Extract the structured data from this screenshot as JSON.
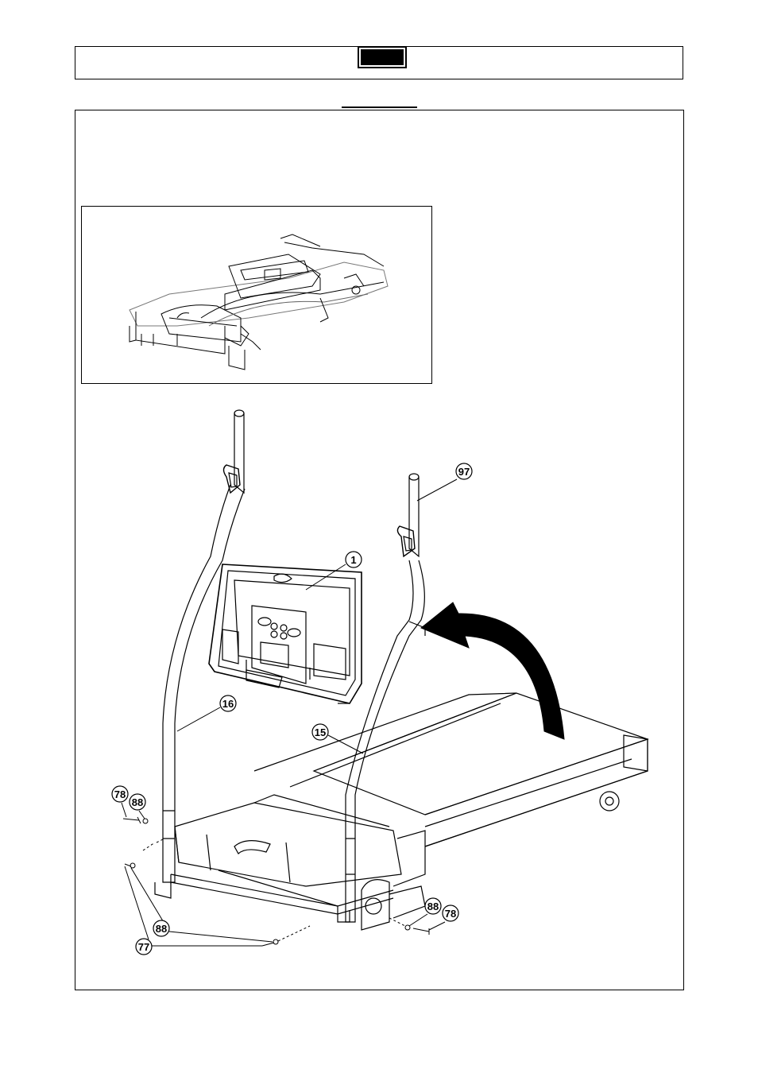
{
  "callouts": {
    "c97": "97",
    "c1": "1",
    "c16": "16",
    "c15": "15",
    "c78_left": "78",
    "c88_left": "88",
    "c88_lower": "88",
    "c77": "77",
    "c88_right": "88",
    "c78_right": "78"
  },
  "icons": {
    "fold_arrow": "curved-arrow-icon"
  }
}
